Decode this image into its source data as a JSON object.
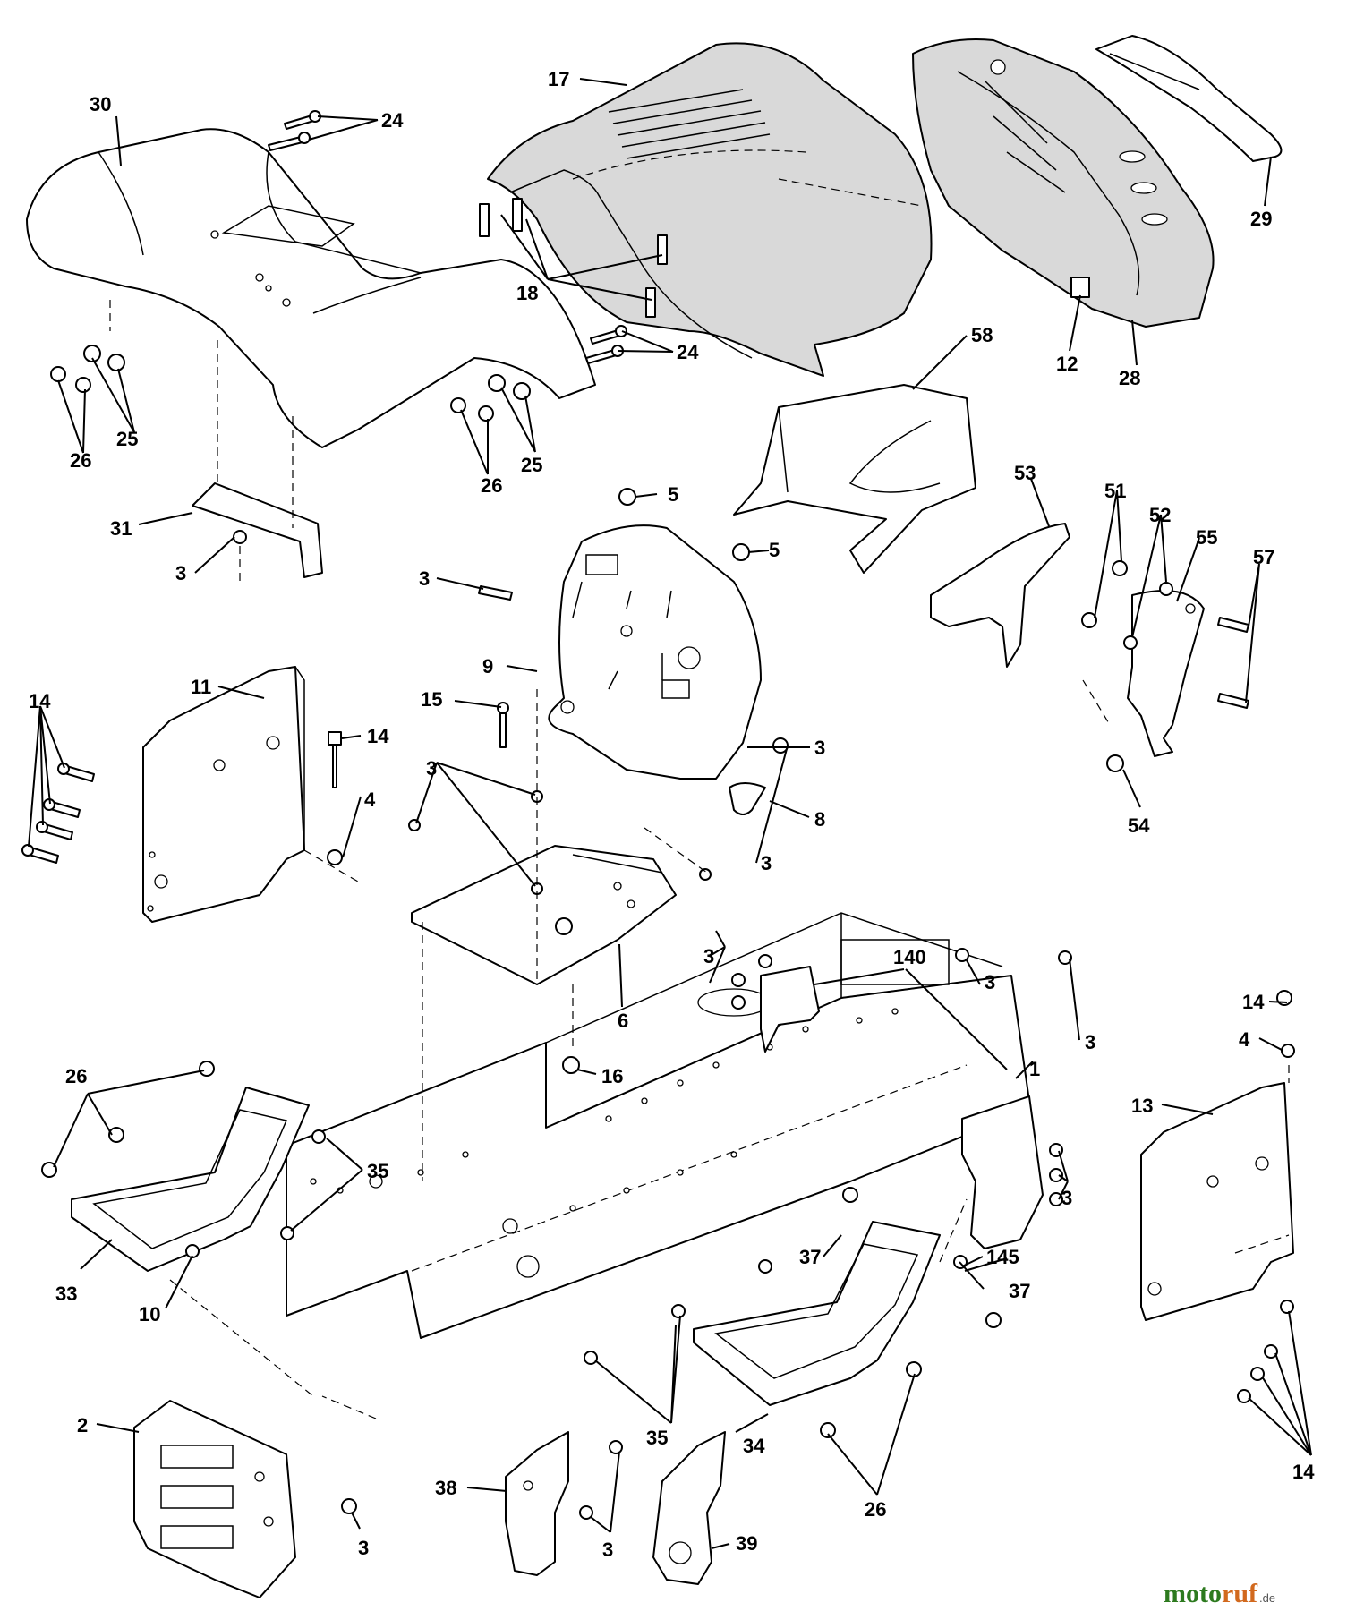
{
  "callouts": [
    {
      "id": "c30",
      "text": "30"
    },
    {
      "id": "c24a",
      "text": "24"
    },
    {
      "id": "c17",
      "text": "17"
    },
    {
      "id": "c29",
      "text": "29"
    },
    {
      "id": "c18",
      "text": "18"
    },
    {
      "id": "c24b",
      "text": "24"
    },
    {
      "id": "c12",
      "text": "12"
    },
    {
      "id": "c28",
      "text": "28"
    },
    {
      "id": "c58",
      "text": "58"
    },
    {
      "id": "c26a",
      "text": "26"
    },
    {
      "id": "c25a",
      "text": "25"
    },
    {
      "id": "c26b",
      "text": "26"
    },
    {
      "id": "c25b",
      "text": "25"
    },
    {
      "id": "c31",
      "text": "31"
    },
    {
      "id": "c3a",
      "text": "3"
    },
    {
      "id": "c5a",
      "text": "5"
    },
    {
      "id": "c5b",
      "text": "5"
    },
    {
      "id": "c3b",
      "text": "3"
    },
    {
      "id": "c53",
      "text": "53"
    },
    {
      "id": "c51",
      "text": "51"
    },
    {
      "id": "c52",
      "text": "52"
    },
    {
      "id": "c55",
      "text": "55"
    },
    {
      "id": "c57",
      "text": "57"
    },
    {
      "id": "c9",
      "text": "9"
    },
    {
      "id": "c11",
      "text": "11"
    },
    {
      "id": "c14a",
      "text": "14"
    },
    {
      "id": "c14b",
      "text": "14"
    },
    {
      "id": "c15",
      "text": "15"
    },
    {
      "id": "c3c",
      "text": "3"
    },
    {
      "id": "c4a",
      "text": "4"
    },
    {
      "id": "c3d",
      "text": "3"
    },
    {
      "id": "c54",
      "text": "54"
    },
    {
      "id": "c8",
      "text": "8"
    },
    {
      "id": "c3e",
      "text": "3"
    },
    {
      "id": "c6",
      "text": "6"
    },
    {
      "id": "c3f",
      "text": "3"
    },
    {
      "id": "c140",
      "text": "140"
    },
    {
      "id": "c3g",
      "text": "3"
    },
    {
      "id": "c14c",
      "text": "14"
    },
    {
      "id": "c4b",
      "text": "4"
    },
    {
      "id": "c3h",
      "text": "3"
    },
    {
      "id": "c1",
      "text": "1"
    },
    {
      "id": "c26c",
      "text": "26"
    },
    {
      "id": "c16",
      "text": "16"
    },
    {
      "id": "c13",
      "text": "13"
    },
    {
      "id": "c35a",
      "text": "35"
    },
    {
      "id": "c3i",
      "text": "3"
    },
    {
      "id": "c33",
      "text": "33"
    },
    {
      "id": "c10",
      "text": "10"
    },
    {
      "id": "c37a",
      "text": "37"
    },
    {
      "id": "c145",
      "text": "145"
    },
    {
      "id": "c37b",
      "text": "37"
    },
    {
      "id": "c2",
      "text": "2"
    },
    {
      "id": "c35b",
      "text": "35"
    },
    {
      "id": "c34",
      "text": "34"
    },
    {
      "id": "c14d",
      "text": "14"
    },
    {
      "id": "c38",
      "text": "38"
    },
    {
      "id": "c26d",
      "text": "26"
    },
    {
      "id": "c3j",
      "text": "3"
    },
    {
      "id": "c3k",
      "text": "3"
    },
    {
      "id": "c39",
      "text": "39"
    }
  ],
  "watermark": {
    "brand_green": "moto",
    "brand_orange": "ruf",
    "suffix": ".de"
  },
  "colors": {
    "line": "#000000",
    "shade": "#d9d9d9",
    "brand_green": "#2d7a1f",
    "brand_orange": "#d2691e"
  }
}
